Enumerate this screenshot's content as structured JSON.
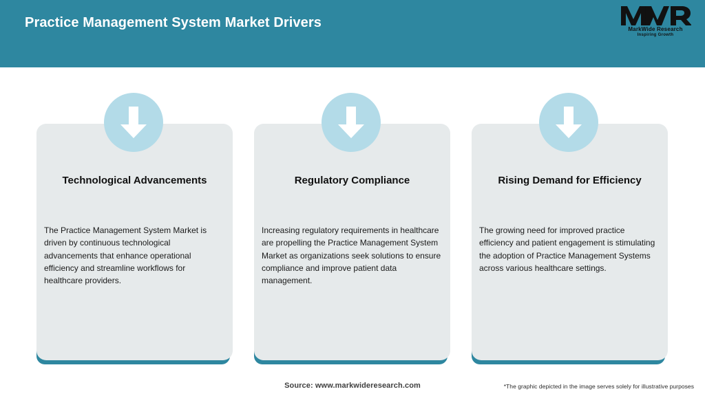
{
  "header": {
    "title": "Practice Management System Market Drivers",
    "background_color": "#2e87a0",
    "title_color": "#ffffff",
    "logo": {
      "mark": "MWR",
      "name": "MarkWide Research",
      "tagline": "Inspiring Growth"
    }
  },
  "theme": {
    "accent_teal": "#2e87a0",
    "badge_blue": "#b3dbe8",
    "panel_grey": "#e6eaeb",
    "page_background": "#ffffff"
  },
  "cards": [
    {
      "icon": "arrow-down-icon",
      "title": "Technological Advancements",
      "body": "The Practice Management System Market is driven by continuous technological advancements that enhance operational efficiency and streamline workflows for healthcare providers."
    },
    {
      "icon": "arrow-down-icon",
      "title": "Regulatory Compliance",
      "body": "Increasing regulatory requirements in healthcare are propelling the Practice Management System Market as organizations seek solutions to ensure compliance and improve patient data management."
    },
    {
      "icon": "arrow-down-icon",
      "title": "Rising Demand for Efficiency",
      "body": "The growing need for improved practice efficiency and patient engagement is stimulating the adoption of Practice Management Systems across various healthcare settings."
    }
  ],
  "footer": {
    "source": "Source: www.markwideresearch.com",
    "disclaimer": "*The graphic depicted in the image serves solely for illustrative purposes"
  }
}
